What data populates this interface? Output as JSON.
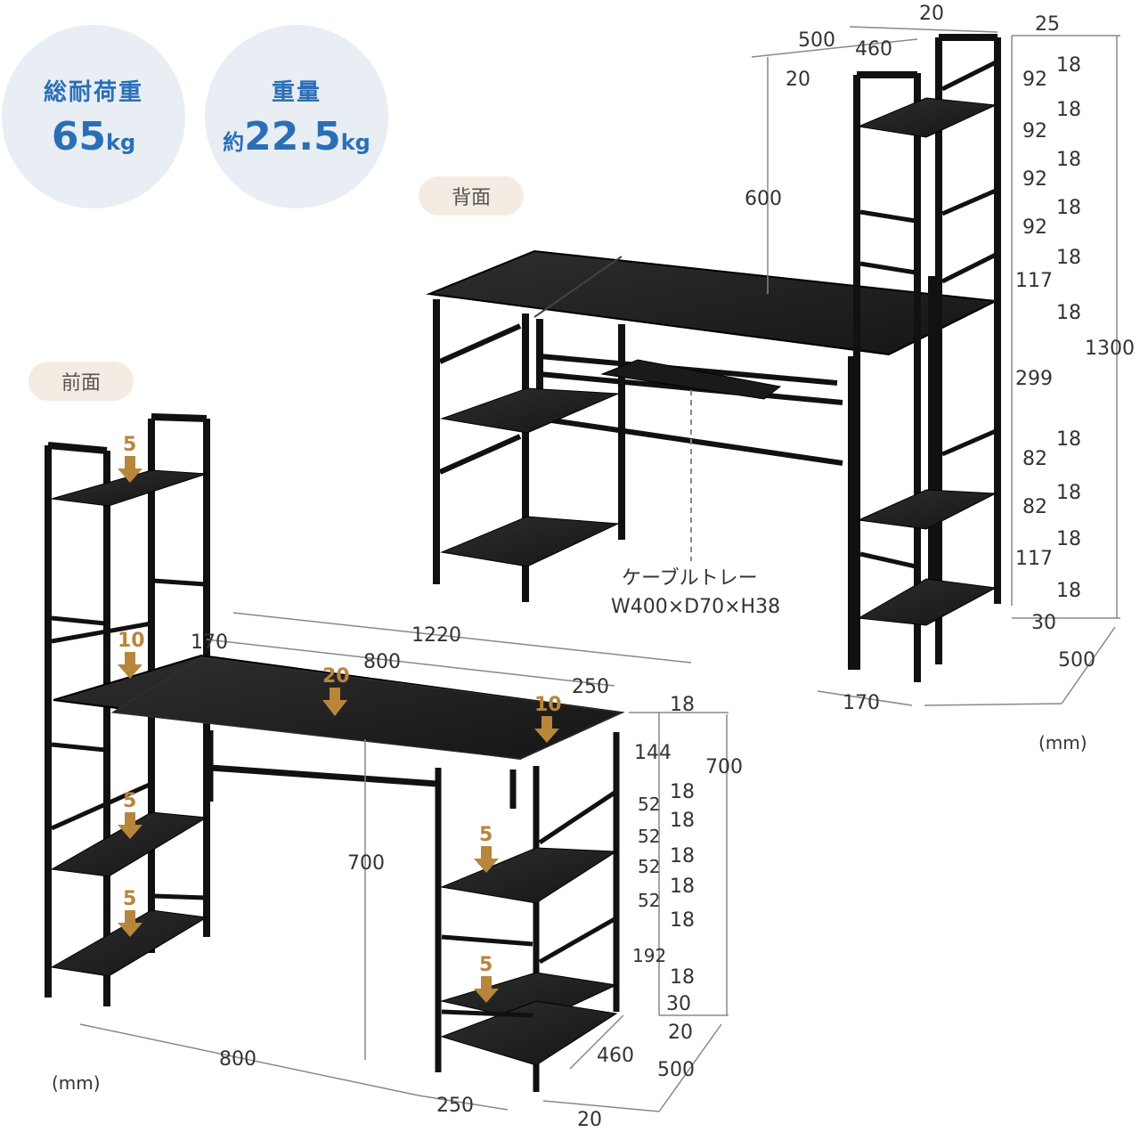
{
  "badges": {
    "load": {
      "label": "総耐荷重",
      "value": "65",
      "unit": "kg"
    },
    "weight": {
      "label": "重量",
      "prefix": "約",
      "value": "22.5",
      "unit": "kg"
    }
  },
  "views": {
    "back": "背面",
    "front": "前面"
  },
  "unit_label": "(mm)",
  "cable_tray": {
    "name": "ケーブルトレー",
    "size": "W400×D70×H38"
  },
  "back_dims": {
    "top": [
      "20",
      "500",
      "460",
      "20",
      "25"
    ],
    "right_stack": [
      "18",
      "92",
      "18",
      "92",
      "18",
      "92",
      "18",
      "92",
      "18",
      "117",
      "18",
      "299",
      "18",
      "82",
      "18",
      "82",
      "18",
      "117",
      "18",
      "30"
    ],
    "height": "1300",
    "desk_height": "600",
    "depth": "500",
    "width": "170"
  },
  "front_dims": {
    "top_width": "1220",
    "desk_width": "800",
    "left": "170",
    "right": "250",
    "right_stack": [
      "18",
      "144",
      "18",
      "52",
      "18",
      "52",
      "18",
      "52",
      "18",
      "52",
      "18",
      "192",
      "18",
      "30",
      "20"
    ],
    "height": "700",
    "inner_height": "700",
    "bottom_width": "800",
    "bottom_right": "250",
    "depth_460": "460",
    "depth_500": "500",
    "bottom_20": "20"
  },
  "loads": [
    "5",
    "10",
    "20",
    "10",
    "5",
    "5",
    "5",
    "5"
  ]
}
